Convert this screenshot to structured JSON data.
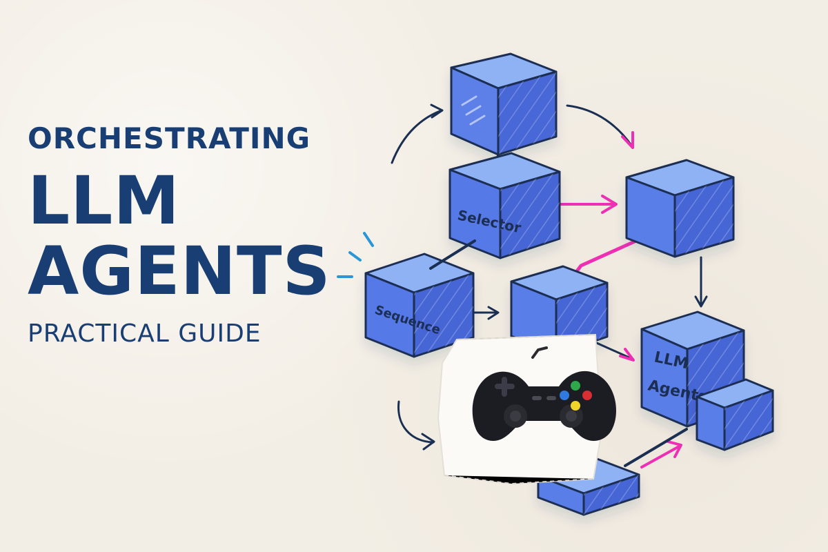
{
  "title": {
    "top": "ORCHESTRATING",
    "line1": "LLM",
    "line2": "AGENTS",
    "subtitle": "PRACTICAL GUIDE"
  },
  "nodes": {
    "selector_label": "Selector",
    "sequence_label": "Sequence",
    "llm_label_line1": "LLM",
    "llm_label_line2": "Agents"
  },
  "illustration": {
    "controller_icon": "gamepad-icon",
    "arrow_icons": [
      "curved-arrow-icon",
      "pink-arrow-icon"
    ]
  },
  "colors": {
    "navy": "#183e73",
    "cube_front": "#4f73e8",
    "cube_side": "#4a67d7",
    "cube_top": "#8fb2f5",
    "accent_pink": "#ef2fb3",
    "background": "#f3eee5"
  }
}
